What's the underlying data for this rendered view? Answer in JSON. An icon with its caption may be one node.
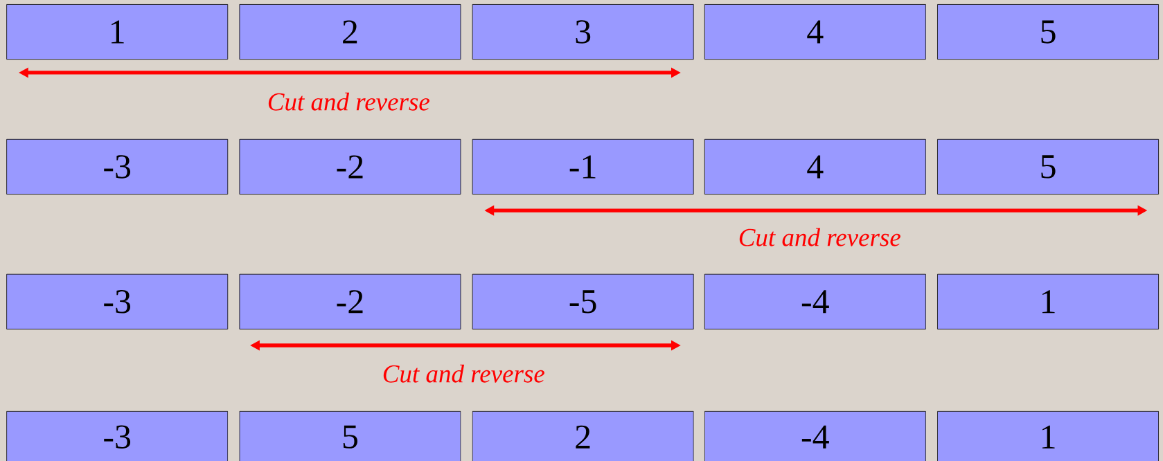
{
  "diagram": {
    "nodes": [
      {
        "text": [
          "1"
        ]
      },
      {
        "text": [
          "2"
        ]
      },
      {
        "text": [
          "3"
        ]
      },
      {
        "text": [
          "4"
        ]
      },
      {
        "text": [
          "5"
        ]
      },
      {
        "text": [
          "-3"
        ]
      },
      {
        "text": [
          "-2"
        ]
      },
      {
        "text": [
          "-1"
        ]
      },
      {
        "text": [
          "4"
        ]
      },
      {
        "text": [
          "5"
        ]
      },
      {
        "text": [
          "-3"
        ]
      },
      {
        "text": [
          "-2"
        ]
      },
      {
        "text": [
          "-5"
        ]
      },
      {
        "text": [
          "-4"
        ]
      },
      {
        "text": [
          "1"
        ]
      },
      {
        "text": [
          "-3"
        ]
      },
      {
        "text": [
          "5"
        ]
      },
      {
        "text": [
          "2"
        ]
      },
      {
        "text": [
          "-4"
        ]
      },
      {
        "text": [
          "1"
        ]
      }
    ],
    "labels": [
      "Cut and reverse",
      "Cut and reverse",
      "Cut and reverse"
    ]
  }
}
